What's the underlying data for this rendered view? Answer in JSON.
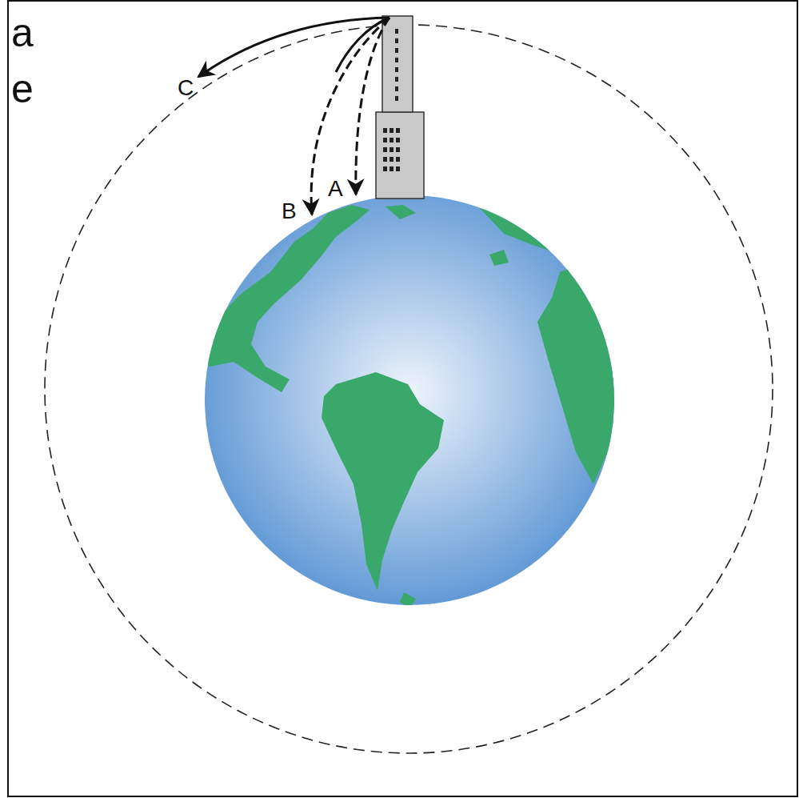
{
  "diagram": {
    "labels": [
      "a",
      "e",
      "C",
      "B",
      "A"
    ]
  }
}
